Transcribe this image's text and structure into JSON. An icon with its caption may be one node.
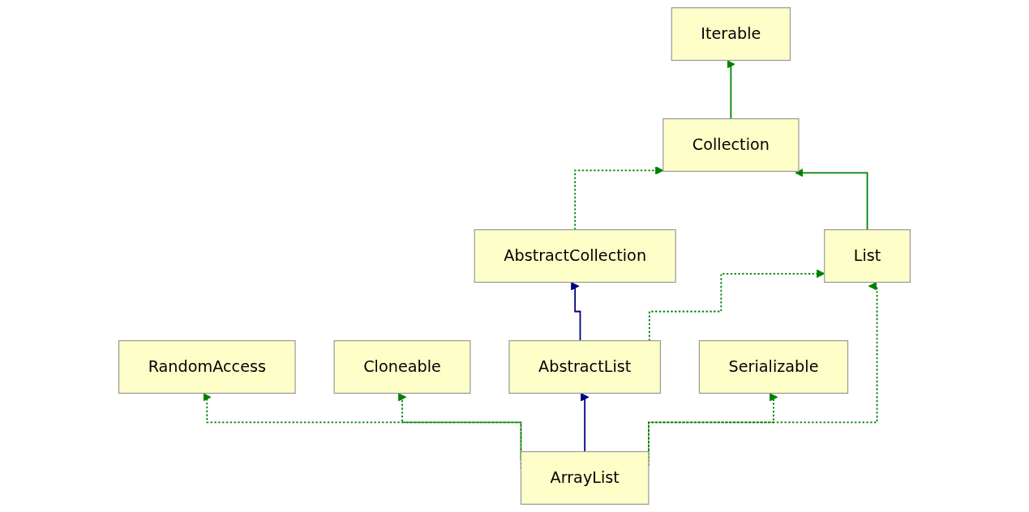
{
  "diagram": {
    "nodes": [
      {
        "text": [
          "Iterable"
        ]
      },
      {
        "text": [
          "Collection"
        ]
      },
      {
        "text": [
          "AbstractCollection"
        ]
      },
      {
        "text": [
          "List"
        ]
      },
      {
        "text": [
          "RandomAccess"
        ]
      },
      {
        "text": [
          "Cloneable"
        ]
      },
      {
        "text": [
          "AbstractList"
        ]
      },
      {
        "text": [
          "Serializable"
        ]
      },
      {
        "text": [
          "ArrayList"
        ]
      }
    ],
    "edges": [
      {
        "from": 1,
        "to": 0,
        "arrow": "to"
      },
      {
        "from": 2,
        "to": 1,
        "arrow": "to",
        "style": "dashed"
      },
      {
        "from": 3,
        "to": 1,
        "arrow": "to"
      },
      {
        "from": 6,
        "to": 2,
        "arrow": "to",
        "color": "#000080"
      },
      {
        "from": 6,
        "to": 3,
        "arrow": "to",
        "style": "dashed"
      },
      {
        "from": 8,
        "to": 4,
        "arrow": "to",
        "style": "dashed"
      },
      {
        "from": 8,
        "to": 5,
        "arrow": "to",
        "style": "dashed"
      },
      {
        "from": 8,
        "to": 6,
        "arrow": "to",
        "color": "#000080"
      },
      {
        "from": 8,
        "to": 3,
        "arrow": "to",
        "style": "dashed"
      },
      {
        "from": 8,
        "to": 7,
        "arrow": "to",
        "style": "dashed"
      }
    ]
  }
}
